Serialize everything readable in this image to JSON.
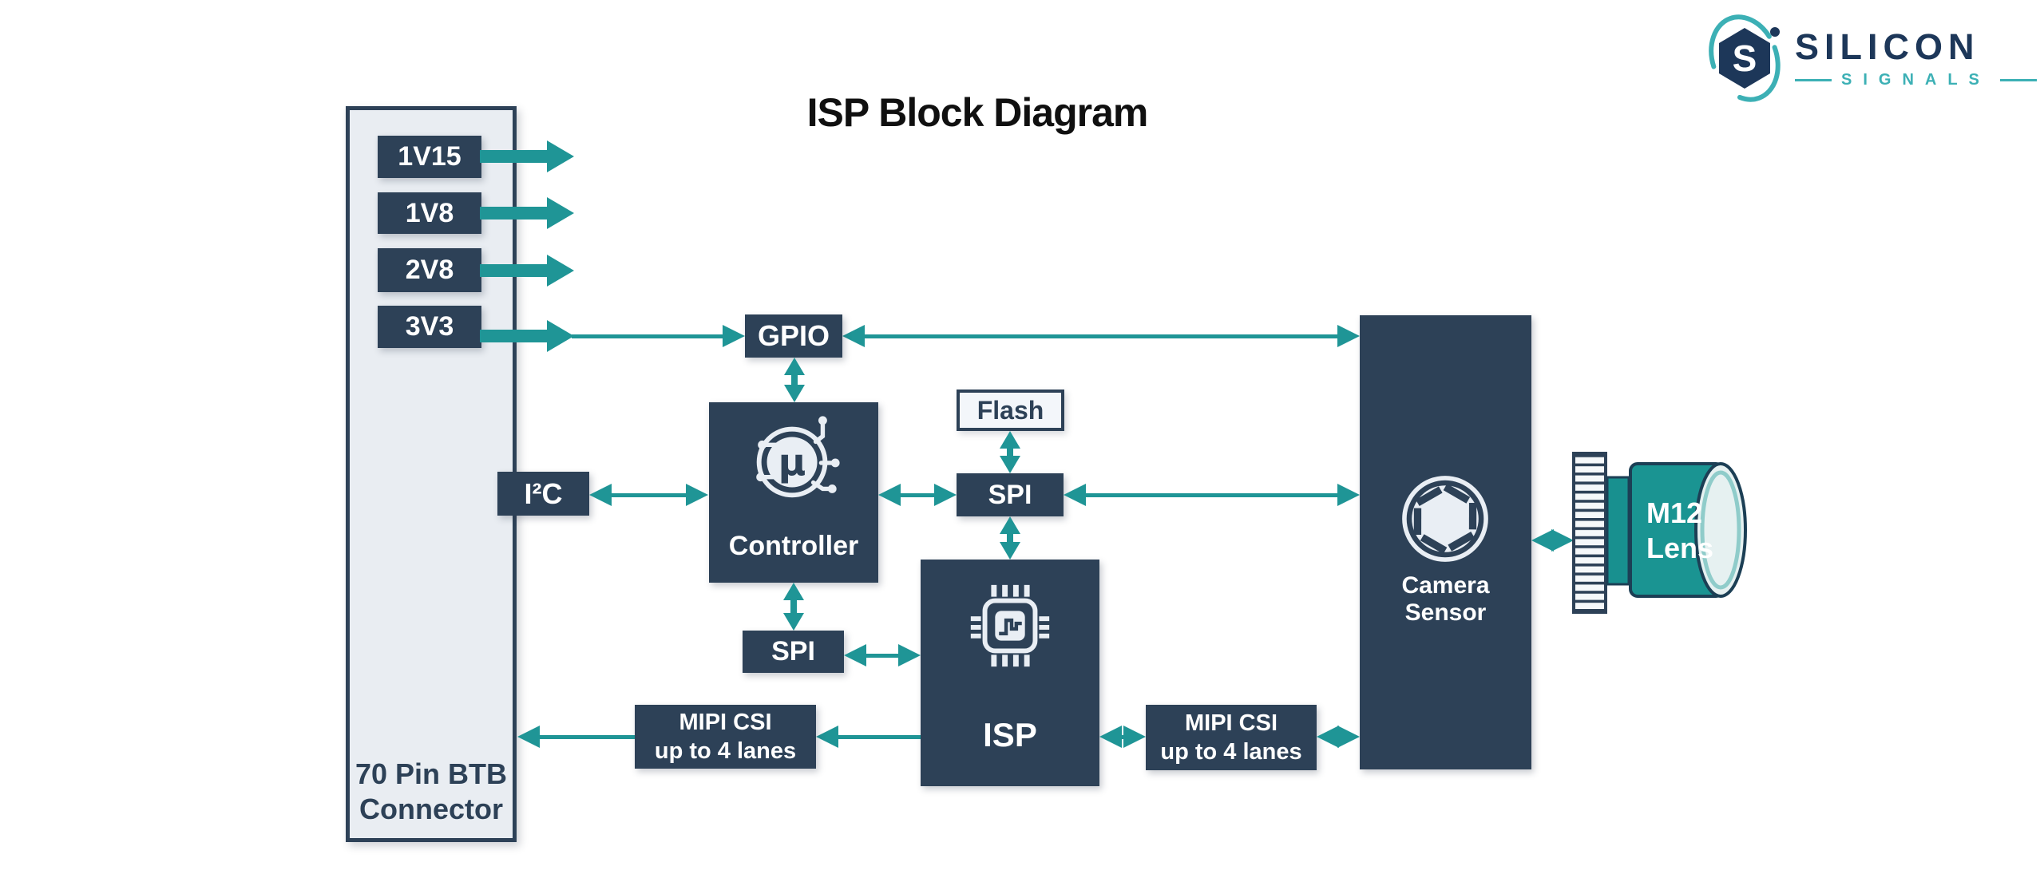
{
  "title": "ISP Block Diagram",
  "logo": {
    "brand": "SILICON",
    "subbrand": "SIGNALS"
  },
  "colors": {
    "navy": "#2d4157",
    "teal": "#1f9596",
    "lens_teal": "#1a9492",
    "connector_fill": "#e9edf2",
    "flash_fill": "#f3f6fa",
    "logo_navy": "#1d3759",
    "logo_teal": "#3cb0b5"
  },
  "connector": {
    "label_line1": "70 Pin BTB",
    "label_line2": "Connector",
    "power_rails": [
      "1V15",
      "1V8",
      "2V8",
      "3V3"
    ]
  },
  "blocks": {
    "gpio": {
      "label": "GPIO"
    },
    "i2c": {
      "label": "I²C"
    },
    "controller": {
      "label": "Controller"
    },
    "flash": {
      "label": "Flash"
    },
    "spi_flash": {
      "label": "SPI"
    },
    "spi_controller": {
      "label": "SPI"
    },
    "isp": {
      "label": "ISP"
    },
    "mipi_out": {
      "line1": "MIPI CSI",
      "line2": "up to 4 lanes"
    },
    "mipi_in": {
      "line1": "MIPI CSI",
      "line2": "up to 4 lanes"
    },
    "camera": {
      "label": "Camera Sensor"
    },
    "lens": {
      "line1": "M12",
      "line2": "Lens"
    }
  }
}
